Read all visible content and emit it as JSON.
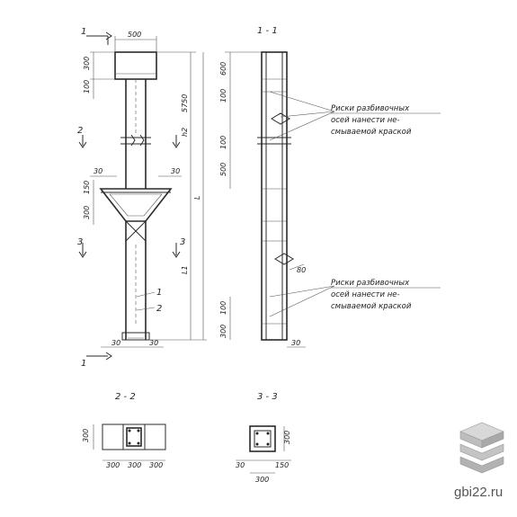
{
  "sections": {
    "main_top": "1",
    "main_bottom": "1",
    "section_2": "2",
    "section_3": "3",
    "view_title": "1 - 1",
    "bottom_left_title": "2 - 2",
    "bottom_right_title": "3 - 3"
  },
  "dimensions": {
    "width_500": "500",
    "d_300": "300",
    "d_100": "100",
    "d_5750": "5750",
    "d_h2": "h2",
    "d_30_left": "30",
    "d_30_right": "30",
    "d_150": "150",
    "d_300b": "300",
    "d_l1": "L1",
    "d_30_bl": "30",
    "d_30_br": "30",
    "r_600": "600",
    "r_100a": "100",
    "r_100b": "100",
    "r_500": "500",
    "r_80": "80",
    "r_300": "300",
    "r_100c": "100",
    "r_30": "30",
    "s2_300v": "300",
    "s2_300a": "300",
    "s2_300b": "300",
    "s2_300c": "300",
    "s3_300v": "300",
    "s3_30": "30",
    "s3_150": "150",
    "s3_300h": "300"
  },
  "callouts": {
    "c1": "1",
    "c2": "2"
  },
  "notes": {
    "top": [
      "Риски разбивочных",
      "осей нанести не-",
      "смываемой краской"
    ],
    "bottom": [
      "Риски разбивочных",
      "осей нанести не-",
      "смываемой краской"
    ]
  },
  "watermark": "gbi22.ru"
}
